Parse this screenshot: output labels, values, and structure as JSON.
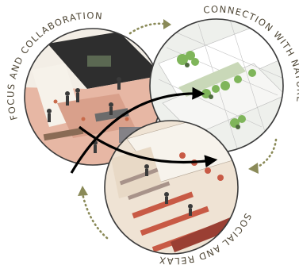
{
  "labels": {
    "focus": "FOCUS AND COLLABORATION",
    "nature": "CONNECTION WITH NATURE",
    "social": "SOCIAL AND RELAX"
  },
  "colors": {
    "label": "#4f4736",
    "dotted_arrow": "#8a8a58",
    "central_arrow": "#000000",
    "office_floor": "#e7b7a4",
    "office_wall": "#2e2e2e",
    "nature_bg": "#eef0ec",
    "tree": "#7fb55a",
    "cafe_floor": "#efe3d4",
    "cafe_red": "#c85a45"
  },
  "icons": [
    "dotted-arrow-icon",
    "curved-arrow-icon"
  ]
}
